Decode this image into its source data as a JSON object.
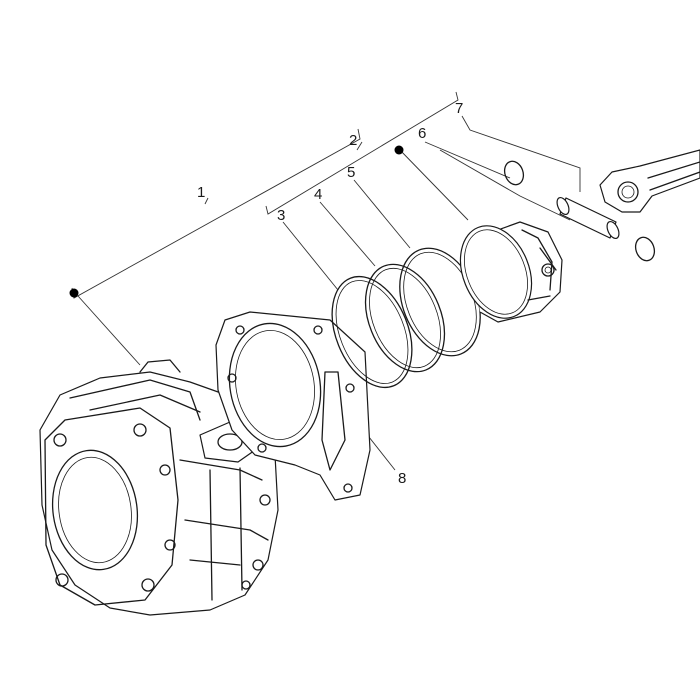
{
  "callouts": [
    {
      "id": "1",
      "label": "1"
    },
    {
      "id": "2",
      "label": "2"
    },
    {
      "id": "3",
      "label": "3"
    },
    {
      "id": "4",
      "label": "4"
    },
    {
      "id": "5",
      "label": "5"
    },
    {
      "id": "6",
      "label": "6"
    },
    {
      "id": "7",
      "label": "7"
    },
    {
      "id": "8",
      "label": "8"
    }
  ],
  "colors": {
    "line": "#1a1a1a",
    "background": "#ffffff",
    "marker": "#000000"
  },
  "icons": [
    "kit-marker-dot"
  ]
}
